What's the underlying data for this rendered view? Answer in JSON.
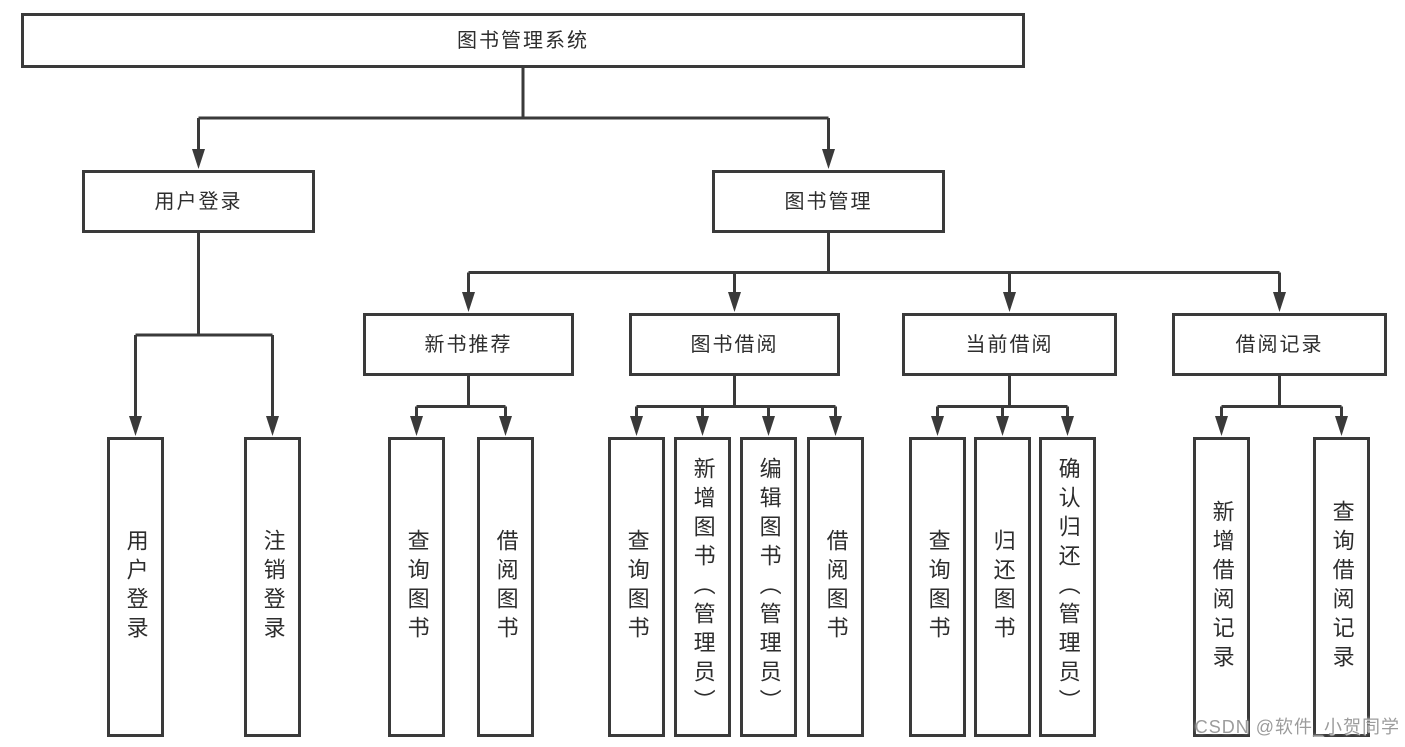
{
  "nodes": {
    "root": "图书管理系统",
    "user_login": "用户登录",
    "book_management": "图书管理",
    "new_book_recommend": "新书推荐",
    "book_borrow": "图书借阅",
    "current_borrow": "当前借阅",
    "borrow_records": "借阅记录",
    "leaf_user_login": "用户登录",
    "leaf_logout": "注销登录",
    "leaf_query_book_1": "查询图书",
    "leaf_borrow_book_1": "借阅图书",
    "leaf_query_book_2": "查询图书",
    "leaf_add_book_admin": "新增图书（管理员）",
    "leaf_edit_book_admin": "编辑图书（管理员）",
    "leaf_borrow_book_2": "借阅图书",
    "leaf_query_book_3": "查询图书",
    "leaf_return_book": "归还图书",
    "leaf_confirm_return_admin": "确认归还（管理员）",
    "leaf_add_borrow_record": "新增借阅记录",
    "leaf_query_borrow_record": "查询借阅记录"
  },
  "hierarchy": {
    "图书管理系统": {
      "用户登录": [
        "用户登录",
        "注销登录"
      ],
      "图书管理": {
        "新书推荐": [
          "查询图书",
          "借阅图书"
        ],
        "图书借阅": [
          "查询图书",
          "新增图书（管理员）",
          "编辑图书（管理员）",
          "借阅图书"
        ],
        "当前借阅": [
          "查询图书",
          "归还图书",
          "确认归还（管理员）"
        ],
        "借阅记录": [
          "新增借阅记录",
          "查询借阅记录"
        ]
      }
    }
  },
  "watermark": {
    "text": "CSDN @软件_小贺同学"
  },
  "colors": {
    "line": "#3a3a3a",
    "box_border": "#3a3a3a",
    "box_fill": "#ffffff",
    "text": "#2d2d2d",
    "watermark": "#9c9c9c",
    "background": "#ffffff"
  }
}
